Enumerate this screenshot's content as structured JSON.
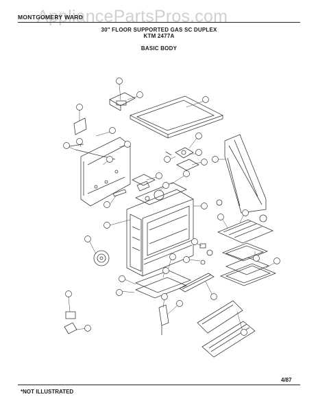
{
  "header": {
    "brand": "MONTGOMERY WARD",
    "watermark": "AppliancePartsPros.com",
    "title_line1": "30\" FLOOR SUPPORTED GAS SC DUPLEX",
    "title_line2": "KTM 2477A",
    "section": "BASIC BODY"
  },
  "footer": {
    "note": "*NOT ILLUSTRATED",
    "date": "4/87"
  },
  "diagram": {
    "icons": [
      "exploded-parts-diagram",
      "part-callout-bubble"
    ]
  },
  "colors": {
    "line": "#3a3a3a",
    "watermark": "#969696"
  }
}
